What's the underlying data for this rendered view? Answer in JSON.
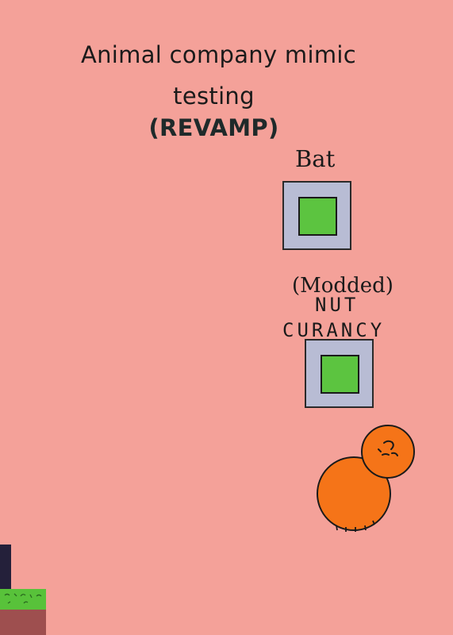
{
  "title": {
    "line1": "Animal company mimic",
    "line2": "testing",
    "line3": "(REVAMP)"
  },
  "items": [
    {
      "label": "Bat",
      "icon": "green-square-icon"
    },
    {
      "label_prefix": "(Modded)",
      "label_line1": "NUT",
      "label_line2": "CURANCY",
      "icon": "green-square-icon"
    }
  ],
  "colors": {
    "background": "#f4a199",
    "slot_frame": "#b8bcd4",
    "slot_fill": "#5cc440",
    "character": "#f57418",
    "grass": "#58c23a",
    "dirt": "#9e4f4f",
    "dark_bar": "#24203a"
  }
}
